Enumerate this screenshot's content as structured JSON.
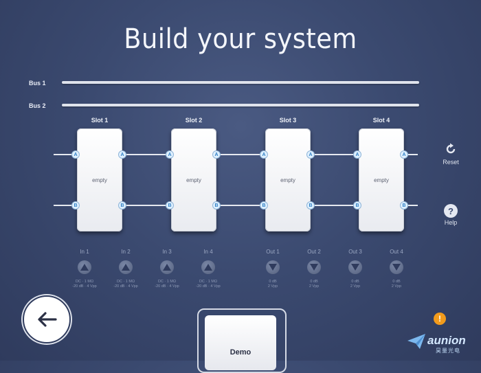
{
  "title": "Build your system",
  "buses": [
    {
      "label": "Bus 1"
    },
    {
      "label": "Bus 2"
    }
  ],
  "slots": [
    {
      "label": "Slot 1",
      "content": "empty"
    },
    {
      "label": "Slot 2",
      "content": "empty"
    },
    {
      "label": "Slot 3",
      "content": "empty"
    },
    {
      "label": "Slot 4",
      "content": "empty"
    }
  ],
  "ports": {
    "a": "A",
    "b": "B"
  },
  "inputs": [
    {
      "label": "In 1",
      "line1": "DC · 1 MΩ",
      "line2": "-20 dB · 4 Vpp"
    },
    {
      "label": "In 2",
      "line1": "DC · 1 MΩ",
      "line2": "-20 dB · 4 Vpp"
    },
    {
      "label": "In 3",
      "line1": "DC · 1 MΩ",
      "line2": "-20 dB · 4 Vpp"
    },
    {
      "label": "In 4",
      "line1": "DC · 1 MΩ",
      "line2": "-20 dB · 4 Vpp"
    }
  ],
  "outputs": [
    {
      "label": "Out 1",
      "line1": "0 dB",
      "line2": "2 Vpp"
    },
    {
      "label": "Out 2",
      "line1": "0 dB",
      "line2": "2 Vpp"
    },
    {
      "label": "Out 3",
      "line1": "0 dB",
      "line2": "2 Vpp"
    },
    {
      "label": "Out 4",
      "line1": "0 dB",
      "line2": "2 Vpp"
    }
  ],
  "reset_label": "Reset",
  "help_label": "Help",
  "demo_label": "Demo",
  "warning_symbol": "!",
  "brand": {
    "name": "aunion",
    "sub": "昊量光电"
  },
  "colors": {
    "accent": "#2f7fc4",
    "warning": "#f29b1c",
    "background": "#3b4a70"
  },
  "icons": {
    "back": "arrow-left-icon",
    "reset": "refresh-icon",
    "help": "question-icon",
    "input": "triangle-up-icon",
    "output": "triangle-down-icon",
    "brand": "paper-plane-icon"
  }
}
